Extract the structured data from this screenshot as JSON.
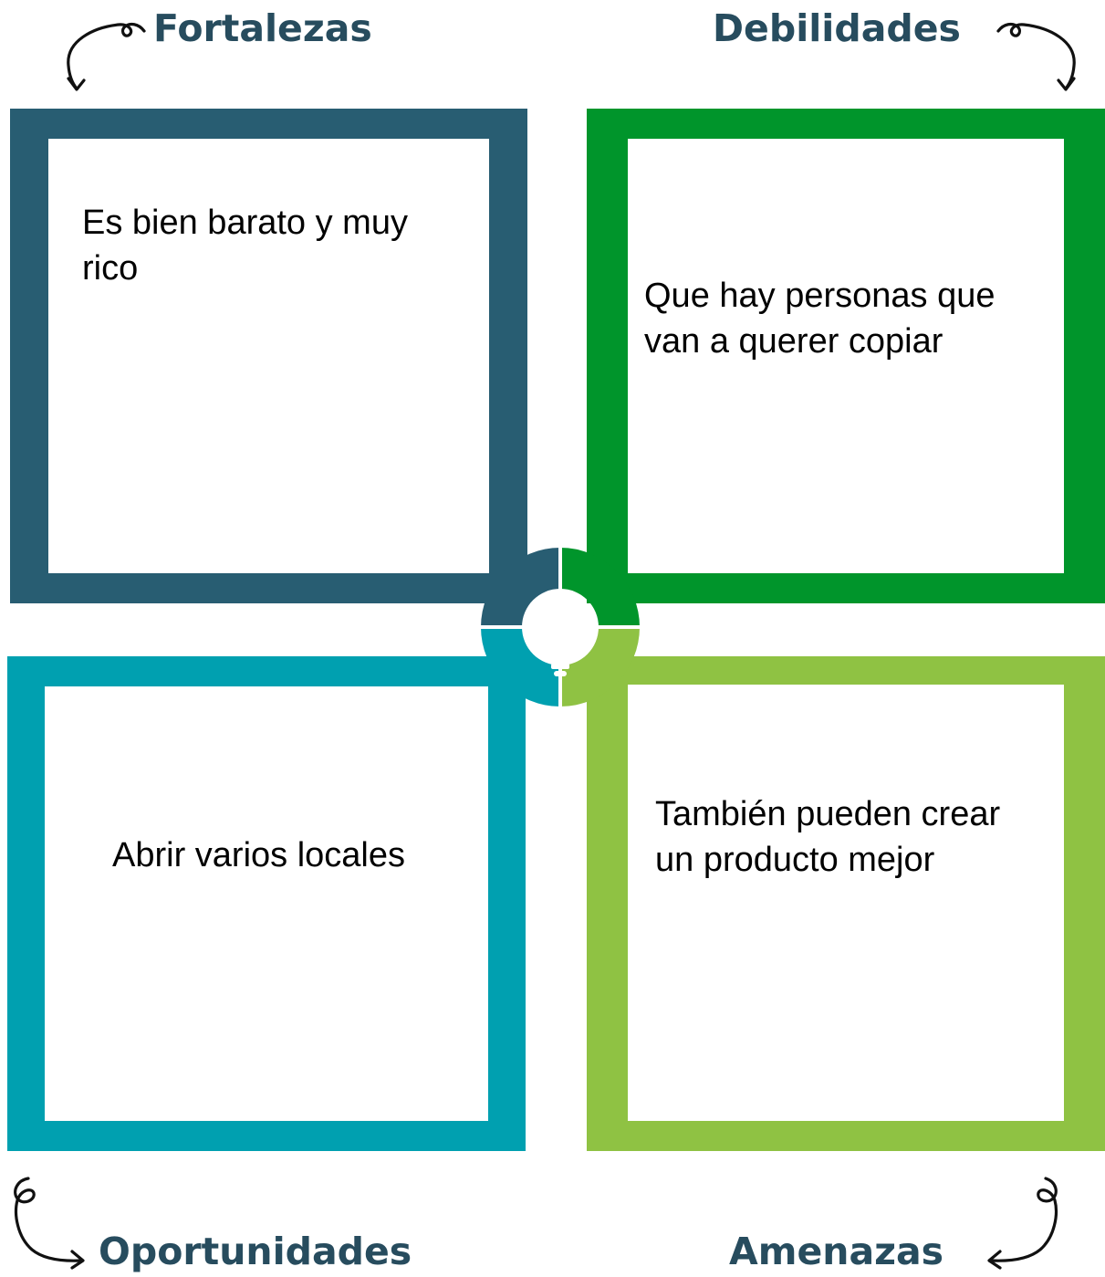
{
  "colors": {
    "fortalezas": "#285d72",
    "debilidades": "#00952b",
    "oportunidades": "#00a0b0",
    "amenazas": "#8fc243",
    "heading": "#274c5e"
  },
  "quadrants": {
    "fortalezas": {
      "title": "Fortalezas",
      "text": "Es bien barato y muy\nrico",
      "icon": "curly-arrow-icon"
    },
    "debilidades": {
      "title": "Debilidades",
      "text": "Que hay personas que\n van a querer copiar",
      "icon": "curly-arrow-icon"
    },
    "oportunidades": {
      "title": "Oportunidades",
      "text": "Abrir varios locales",
      "icon": "curly-arrow-icon"
    },
    "amenazas": {
      "title": "Amenazas",
      "text": "También pueden crear\nun producto mejor",
      "icon": "curly-arrow-icon"
    }
  },
  "center": {
    "icon": "lightbulb-icon"
  }
}
